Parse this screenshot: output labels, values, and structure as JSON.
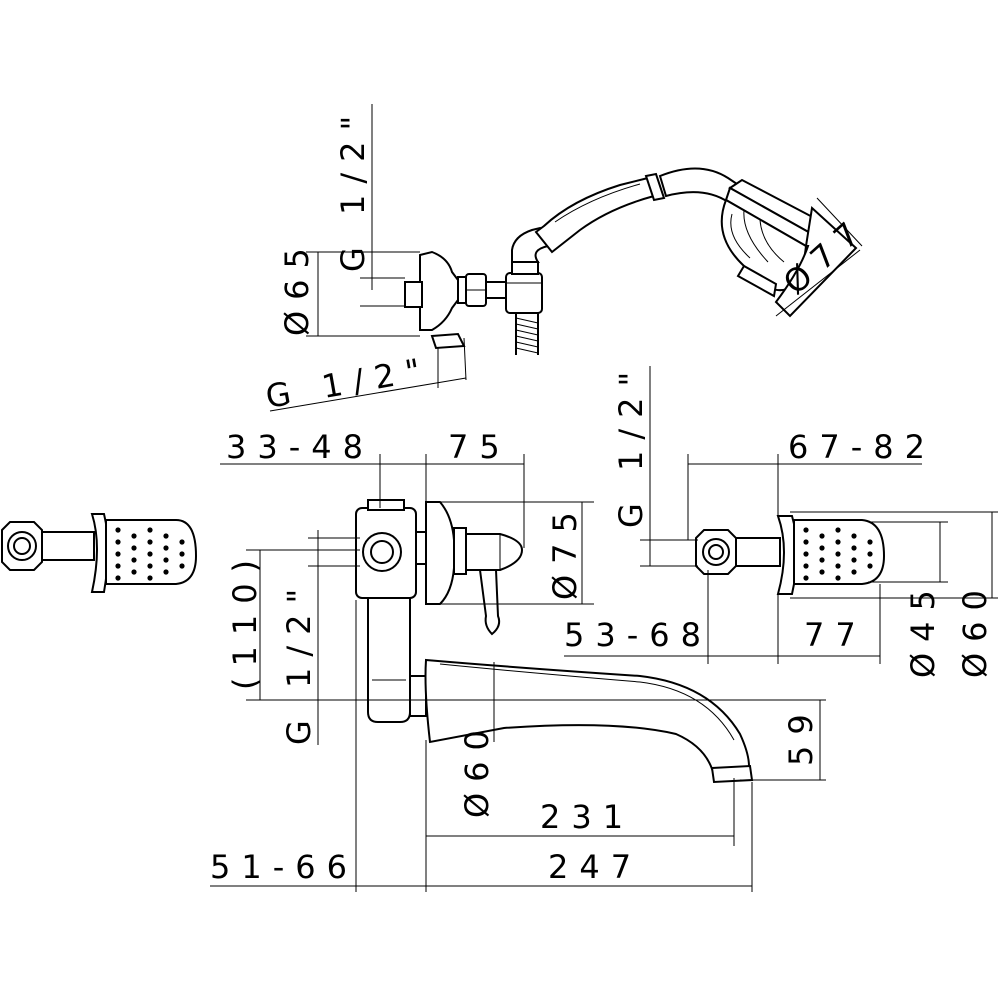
{
  "dimensions": {
    "hs_thread_vert": "G 1/2\"",
    "hs_d65": "Ø65",
    "hs_d77": "Ø77",
    "hs_thread_diag": "G 1/2\"",
    "mix_33_48": "33-48",
    "mix_75": "75",
    "mix_d75": "Ø75",
    "right_thread": "G 1/2\"",
    "right_67_82": "67-82",
    "right_53_68": "53-68",
    "right_77": "77",
    "right_d45": "Ø45",
    "right_d60": "Ø60",
    "left_110": "(110)",
    "left_thread": "G 1/2\"",
    "spout_d60": "Ø60",
    "spout_59": "59",
    "spout_231": "231",
    "spout_247": "247",
    "bottom_51_66": "51-66"
  },
  "colors": {
    "line": "#000000",
    "background": "#ffffff"
  }
}
